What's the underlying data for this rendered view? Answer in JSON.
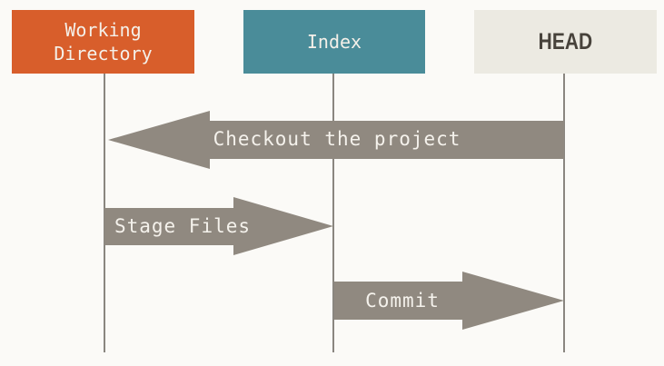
{
  "canvas": {
    "background": "#FBFAF7"
  },
  "colors": {
    "arrow": "#908980",
    "lifeline": "#8A8680",
    "arrow_label_text": "#F5F2EC"
  },
  "nodes": [
    {
      "id": "working-directory",
      "label": "Working Directory",
      "fill": "#D85E2B",
      "text_color": "#F4F0E9"
    },
    {
      "id": "index",
      "label": "Index",
      "fill": "#4A8C99",
      "text_color": "#F4F0E9"
    },
    {
      "id": "head",
      "label": "HEAD",
      "fill": "#ECEAE2",
      "text_color": "#47423B"
    }
  ],
  "arrows": [
    {
      "label": "Checkout the project",
      "from": "HEAD",
      "to": "Working Directory",
      "direction": "left"
    },
    {
      "label": "Stage Files",
      "from": "Working Directory",
      "to": "Index",
      "direction": "right"
    },
    {
      "label": "Commit",
      "from": "Index",
      "to": "HEAD",
      "direction": "right"
    }
  ]
}
